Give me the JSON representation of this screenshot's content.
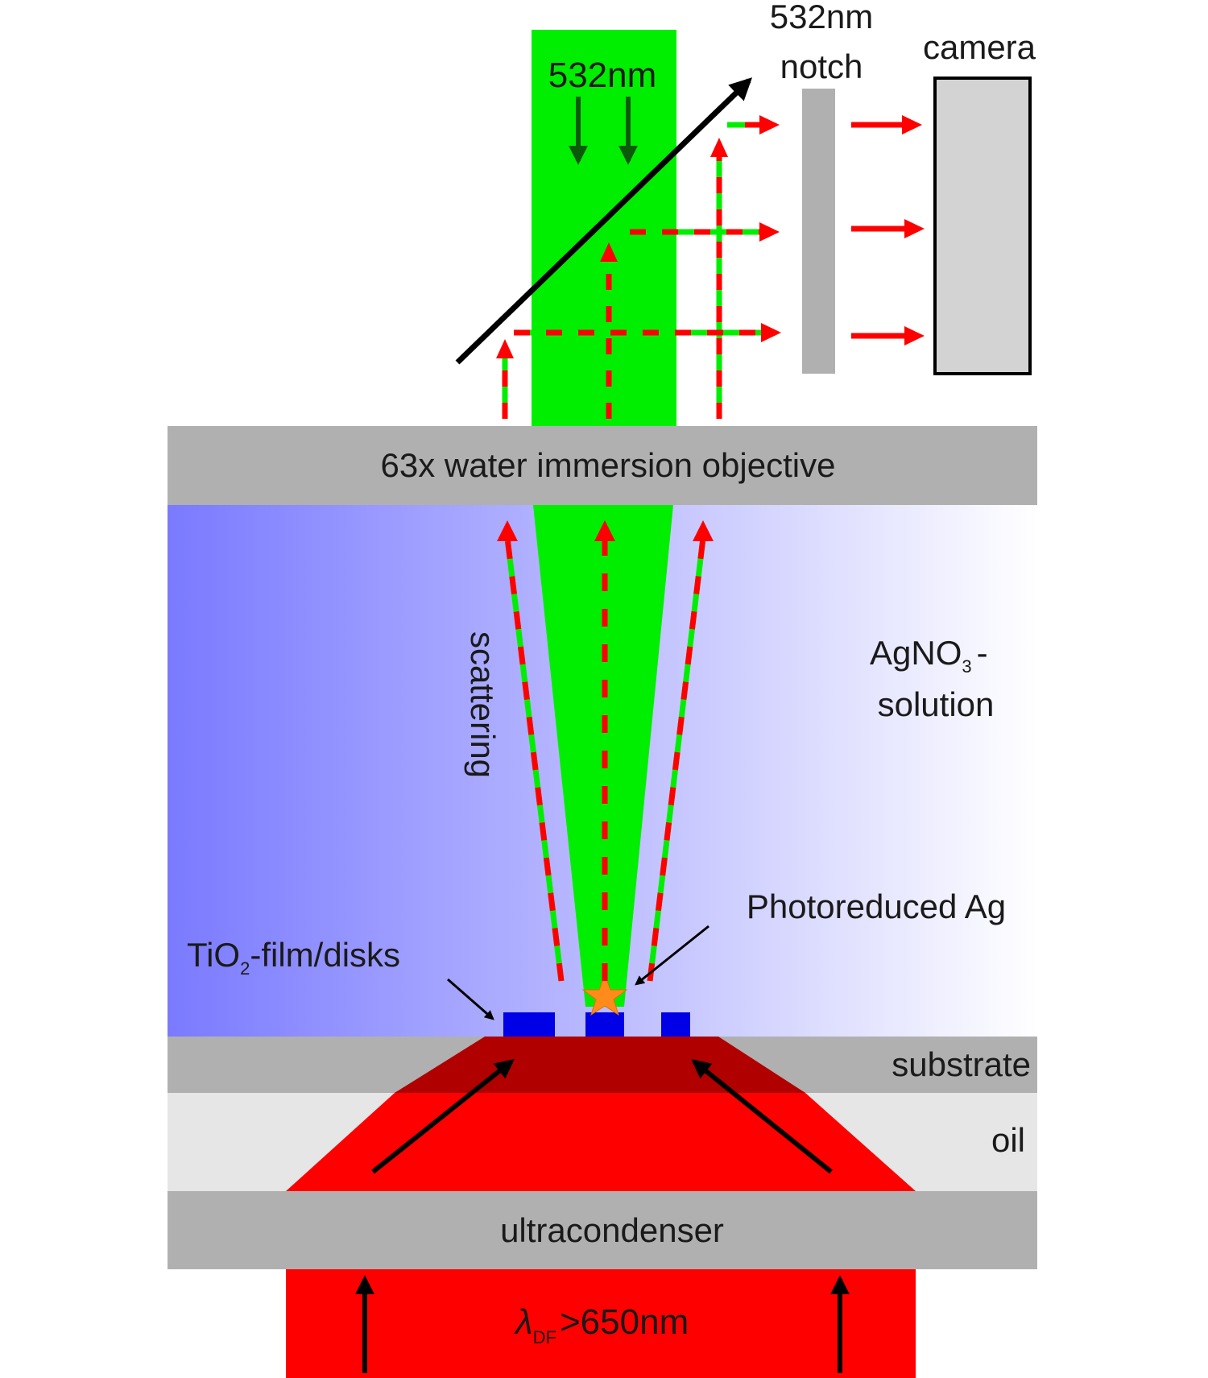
{
  "labels": {
    "laser": "532nm",
    "notch_line1": "532nm",
    "notch_line2": "notch",
    "camera": "camera",
    "objective": "63x water immersion objective",
    "scattering": "scattering",
    "solution_chem": "AgNO",
    "solution_sub": "3",
    "solution_dash": "-",
    "solution_word": "solution",
    "photoreduced": "Photoreduced Ag",
    "tio2_main": "TiO",
    "tio2_sub": "2",
    "tio2_rest": "-film/disks",
    "substrate": "substrate",
    "oil": "oil",
    "condenser": "ultracondenser",
    "lambda_symbol": "λ",
    "lambda_sub": "DF",
    "lambda_value": ">650nm"
  },
  "colors": {
    "laser_green": "#00ee00",
    "dark_green": "#0a5a0a",
    "red": "#ff0000",
    "dark_red": "#b00000",
    "gray_block": "#b0b0b0",
    "oil_gray": "#e6e6e6",
    "camera_fill": "#d3d3d3",
    "disk_blue": "#0000e6",
    "star_orange": "#ff8c1a",
    "solution_gradient_left": "#7a7aff",
    "solution_gradient_right": "#ffffff"
  }
}
